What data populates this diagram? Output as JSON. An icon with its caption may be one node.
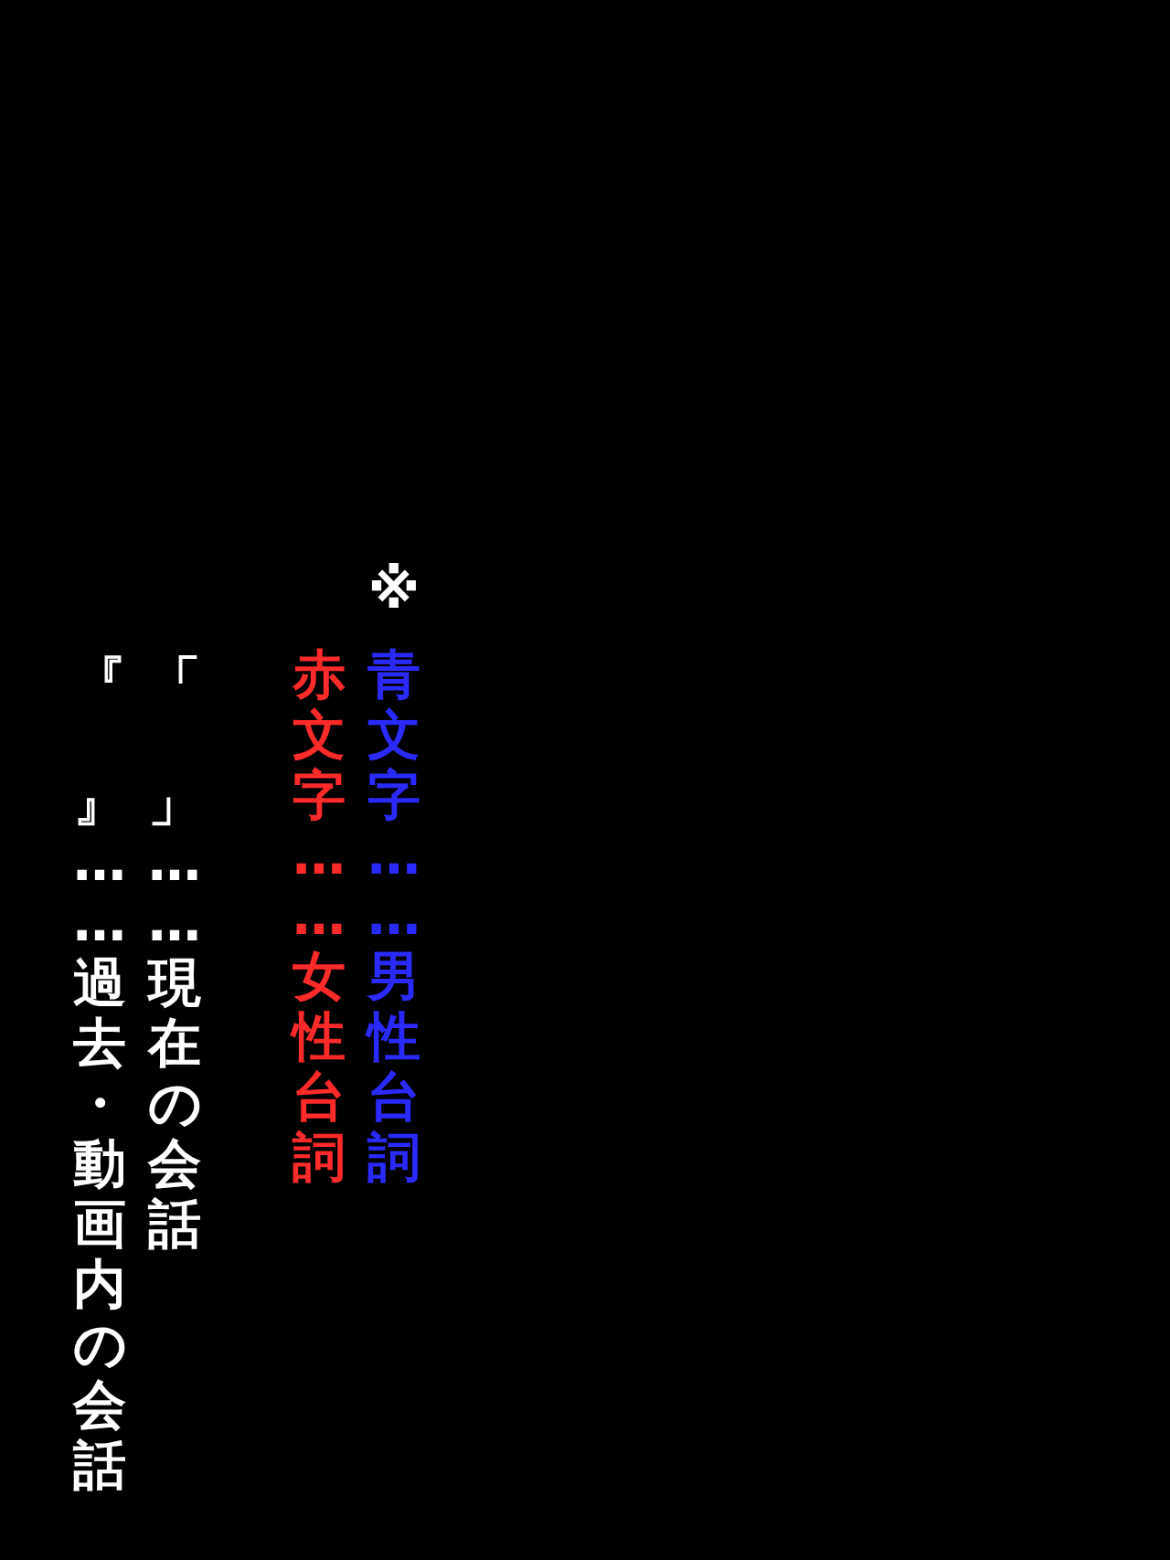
{
  "diagram": {
    "labels": [
      "※",
      "青文字……男性台詞",
      "赤文字……女性台詞",
      "「」……現在の会話",
      "『』……過去・動画内の会話"
    ]
  }
}
